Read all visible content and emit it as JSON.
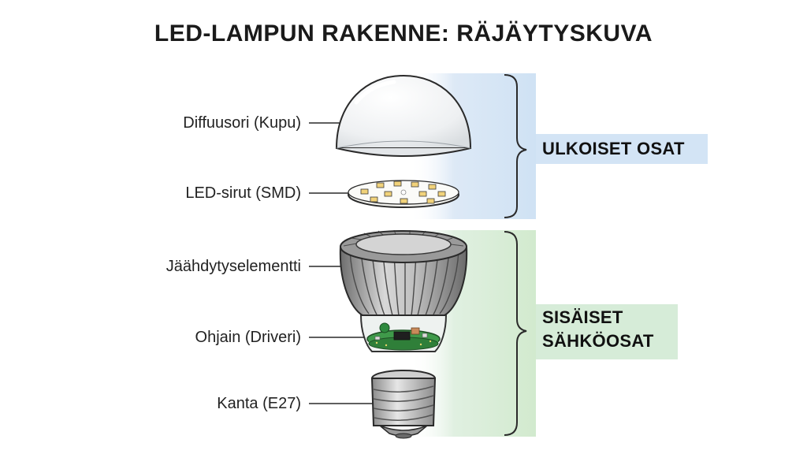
{
  "title": "LED-LAMPUN RAKENNE: RÄJÄYTYSKUVA",
  "parts": [
    {
      "label": "Diffuusori (Kupu)"
    },
    {
      "label": "LED-sirut (SMD)"
    },
    {
      "label": "Jäähdytyselementti"
    },
    {
      "label": "Ohjain (Driveri)"
    },
    {
      "label": "Kanta (E27)"
    }
  ],
  "groups": [
    {
      "label_lines": [
        "ULKOISET OSAT"
      ],
      "color": "#d3e4f5"
    },
    {
      "label_lines": [
        "SISÄISET",
        "SÄHKÖOSAT"
      ],
      "color": "#d6ecd8"
    }
  ],
  "colors": {
    "outline": "#2a2a2a",
    "pcb": "#3f9a4a",
    "fins": "#9a9a9a"
  }
}
